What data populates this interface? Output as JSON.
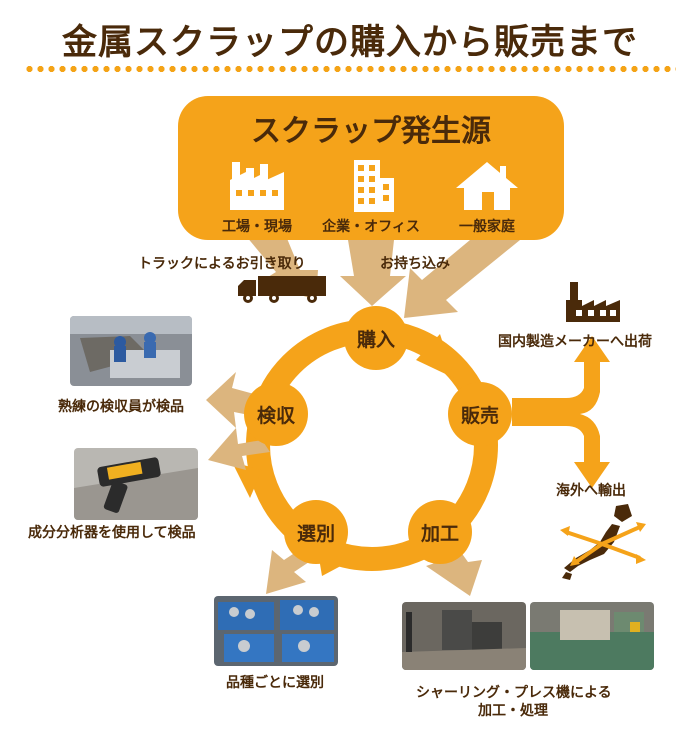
{
  "title": "金属スクラップの購入から販売まで",
  "source": {
    "title": "スクラップ発生源",
    "items": [
      {
        "label": "工場・現場",
        "icon": "factory-icon"
      },
      {
        "label": "企業・オフィス",
        "icon": "office-building-icon"
      },
      {
        "label": "一般家庭",
        "icon": "house-icon"
      }
    ]
  },
  "inflow": {
    "truck_label": "トラックによるお引き取り",
    "carry_label": "お持ち込み"
  },
  "cycle": {
    "purchase": "購入",
    "inspection": "検収",
    "sales": "販売",
    "sorting": "選別",
    "processing": "加工"
  },
  "branches": {
    "inspection_1": "熟練の検収員が検品",
    "inspection_2": "成分分析器を使用して検品",
    "sorting": "品種ごとに選別",
    "processing_line1": "シャーリング・プレス機による",
    "processing_line2": "加工・処理",
    "domestic": "国内製造メーカーへ出荷",
    "overseas": "海外へ輸出"
  },
  "colors": {
    "accent": "#f5a31a",
    "arrow": "#dcb57e",
    "text": "#4a2a0a"
  }
}
